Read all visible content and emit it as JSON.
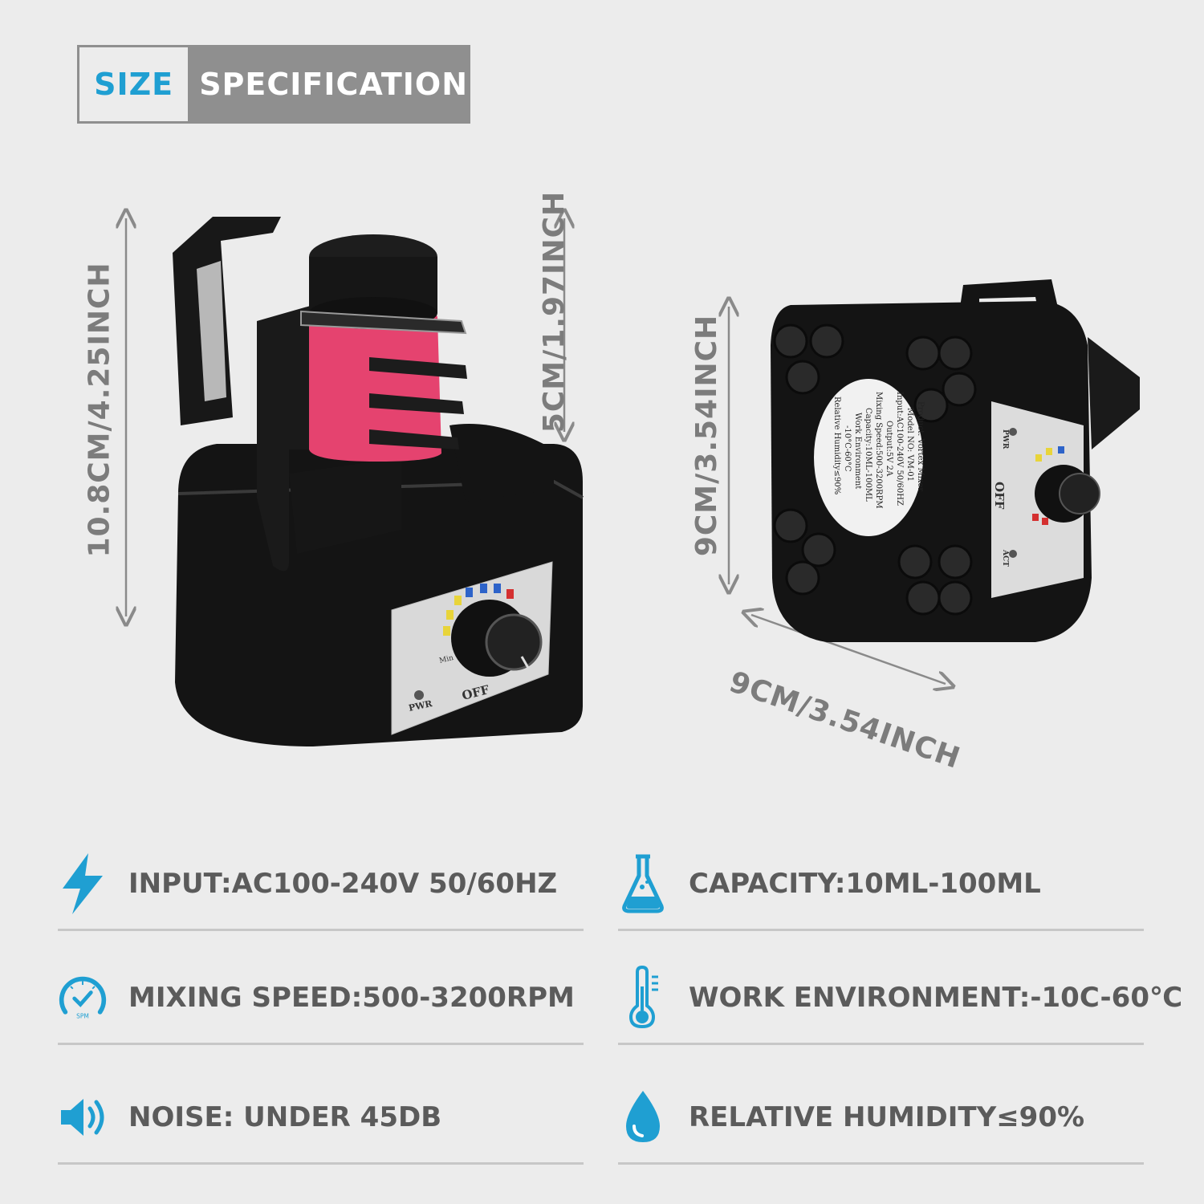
{
  "title": {
    "left": "SIZE",
    "right": "SPECIFICATION"
  },
  "dimensions": {
    "height_total": "10.8CM/4.25INCH",
    "height_holder": "5CM/1.97INCH",
    "depth": "9CM/3.54INCH",
    "width": "9CM/3.54INCH"
  },
  "product_front": {
    "pwr_label": "PWR",
    "off_label": "OFF",
    "min_label": "Min"
  },
  "product_bottom": {
    "pwr_label": "PWR",
    "off_label": "OFF",
    "act_label": "ACT",
    "label_lines": [
      "Product: Vortex Mixer",
      "Model NO: VM-01",
      "Input:AC100-240V 50/60HZ",
      "Output:5V 2A",
      "Mixing Speed:500-3200RPM",
      "Capacity:10ML-100ML",
      "Work Environment",
      "-10°C-60°C",
      "Relative Humidity≤90%"
    ]
  },
  "specs": [
    {
      "icon": "lightning-icon",
      "text": "INPUT:AC100-240V 50/60HZ"
    },
    {
      "icon": "flask-icon",
      "text": "CAPACITY:10ML-100ML"
    },
    {
      "icon": "speedometer-icon",
      "text": "MIXING SPEED:500-3200RPM",
      "icon_caption": "SPM"
    },
    {
      "icon": "thermometer-icon",
      "text": "WORK ENVIRONMENT:-10C-60℃"
    },
    {
      "icon": "speaker-icon",
      "text": "NOISE: UNDER 45DB"
    },
    {
      "icon": "water-drop-icon",
      "text": "RELATIVE HUMIDITY≤90%"
    }
  ],
  "colors": {
    "accent": "#1f9fd2",
    "text": "#5b5b5b",
    "background": "#ececec"
  }
}
